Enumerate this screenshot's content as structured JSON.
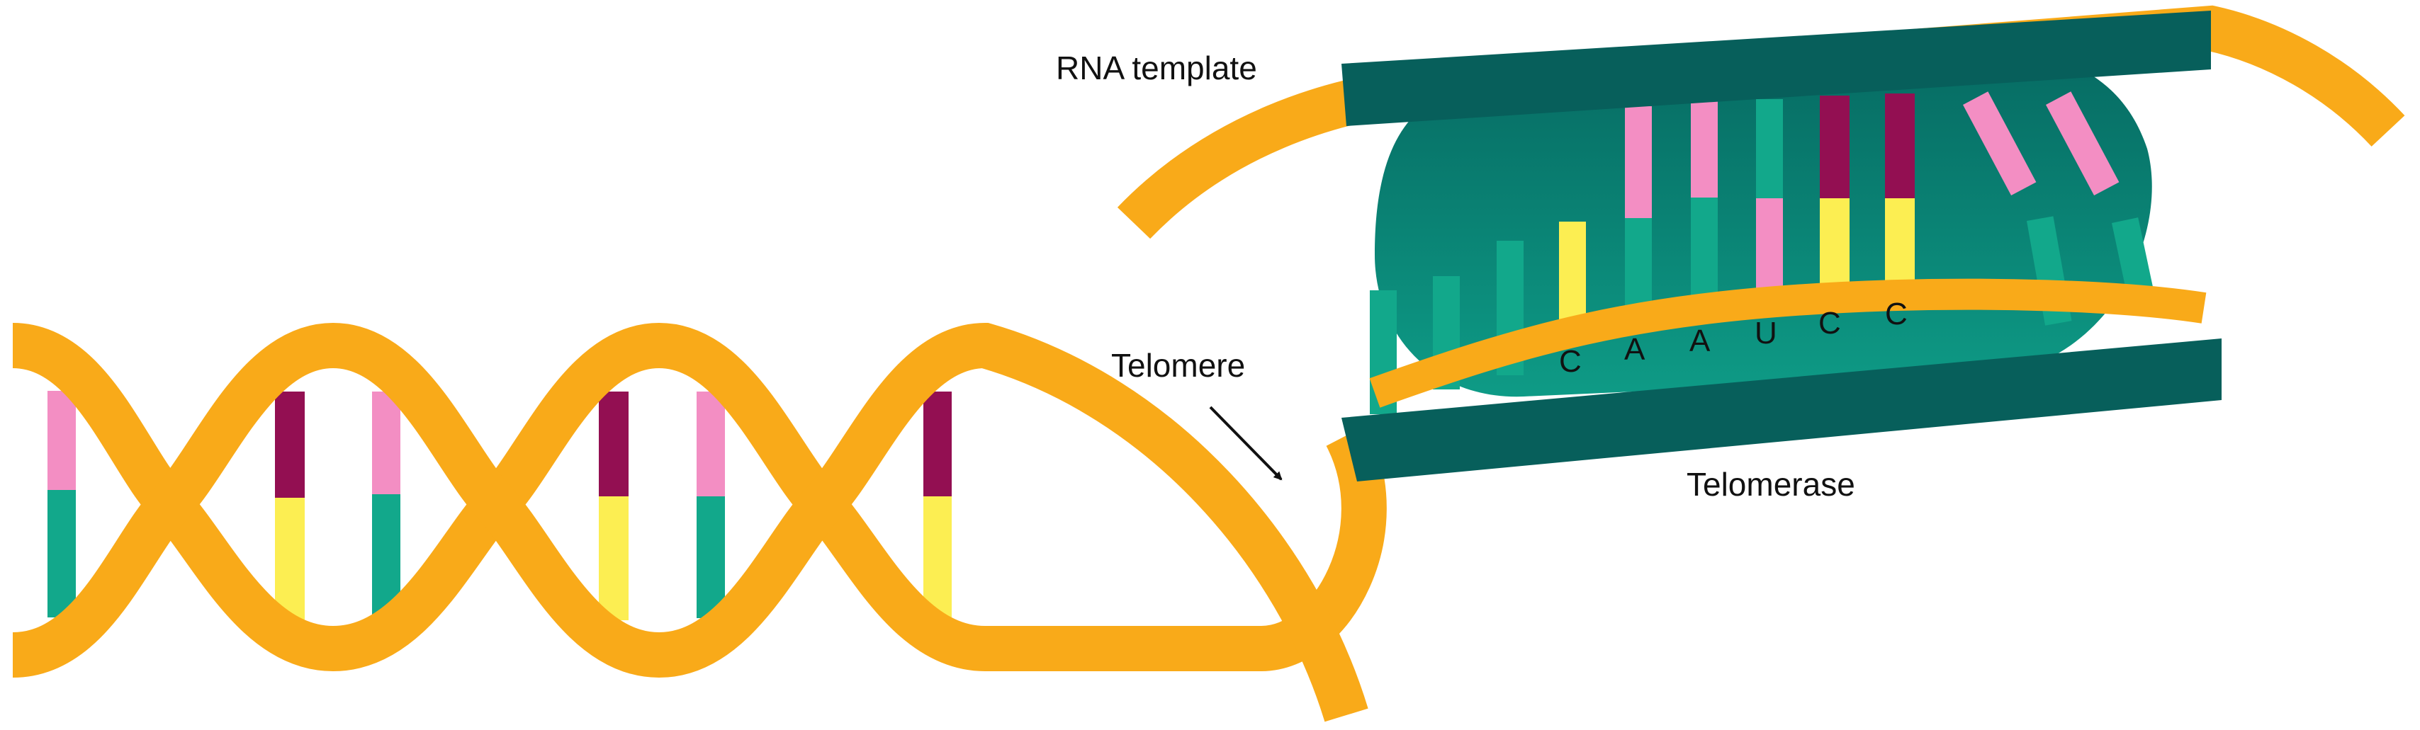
{
  "labels": {
    "rna_template": "RNA template",
    "telomere": "Telomere",
    "telomerase": "Telomerase"
  },
  "template_bases": [
    "C",
    "A",
    "A",
    "U",
    "C",
    "C"
  ],
  "colors": {
    "backbone": "#F9AA19",
    "enzyme_dark": "#075F5B",
    "enzyme_body": "#0B7E72",
    "teal_base": "#12A88B",
    "pink_base": "#F38EC3",
    "maroon_base": "#930F52",
    "yellow_base": "#FCEE52",
    "arrow": "#111111"
  }
}
